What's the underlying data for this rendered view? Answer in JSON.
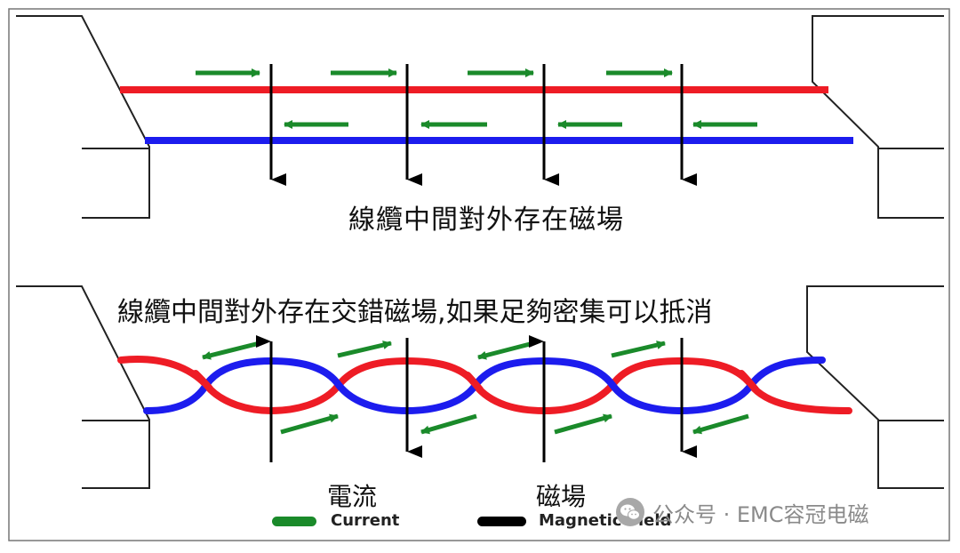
{
  "diagram": {
    "caption_top": "線纜中間對外存在磁場",
    "caption_bottom": "線纜中間對外存在交錯磁場,如果足夠密集可以抵消",
    "legend": {
      "current_title": "電流",
      "current_label": "Current",
      "field_title": "磁場",
      "field_label": "Magnetic Field"
    }
  },
  "watermark": {
    "text": "公众号 · EMC容冠电磁",
    "icon": "wechat-icon"
  },
  "colors": {
    "red_wire": "#ee1c25",
    "blue_wire": "#1c1cee",
    "current_arrow": "#1a8a2a",
    "field_arrow": "#000000",
    "watermark": "#8a8a8a"
  }
}
